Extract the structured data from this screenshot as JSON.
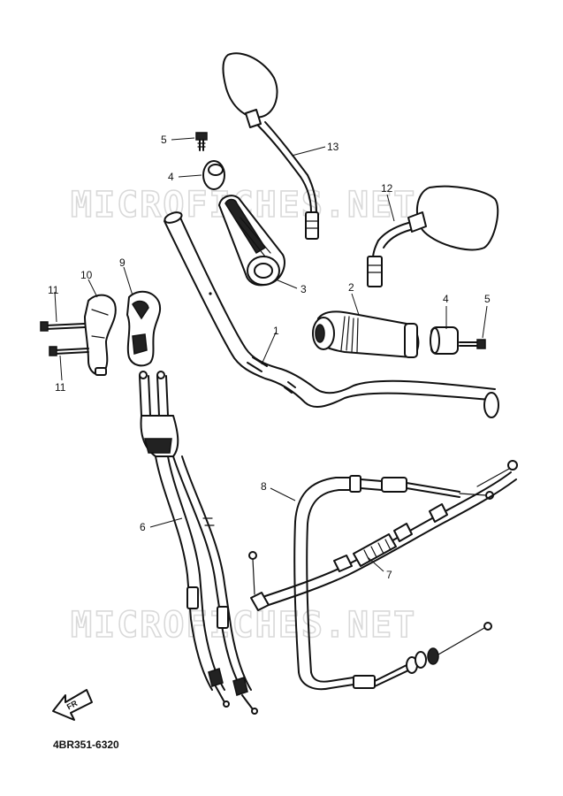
{
  "watermark": "MICROFICHES.NET",
  "diagram_code": "4BR351-6320",
  "front_arrow_label": "FR",
  "callouts": {
    "handlebar": "1",
    "grip_right": "2",
    "grip_left": "3",
    "weight_left": "4",
    "screw_left": "5",
    "weight_right": "4",
    "screw_right": "5",
    "throttle_cable": "6",
    "clutch_cable": "7",
    "choke_cable": "8",
    "throttle_housing_upper": "9",
    "throttle_housing_lower": "10",
    "screw_upper": "11",
    "screw_lower": "11",
    "mirror_right": "12",
    "mirror_left": "13"
  }
}
